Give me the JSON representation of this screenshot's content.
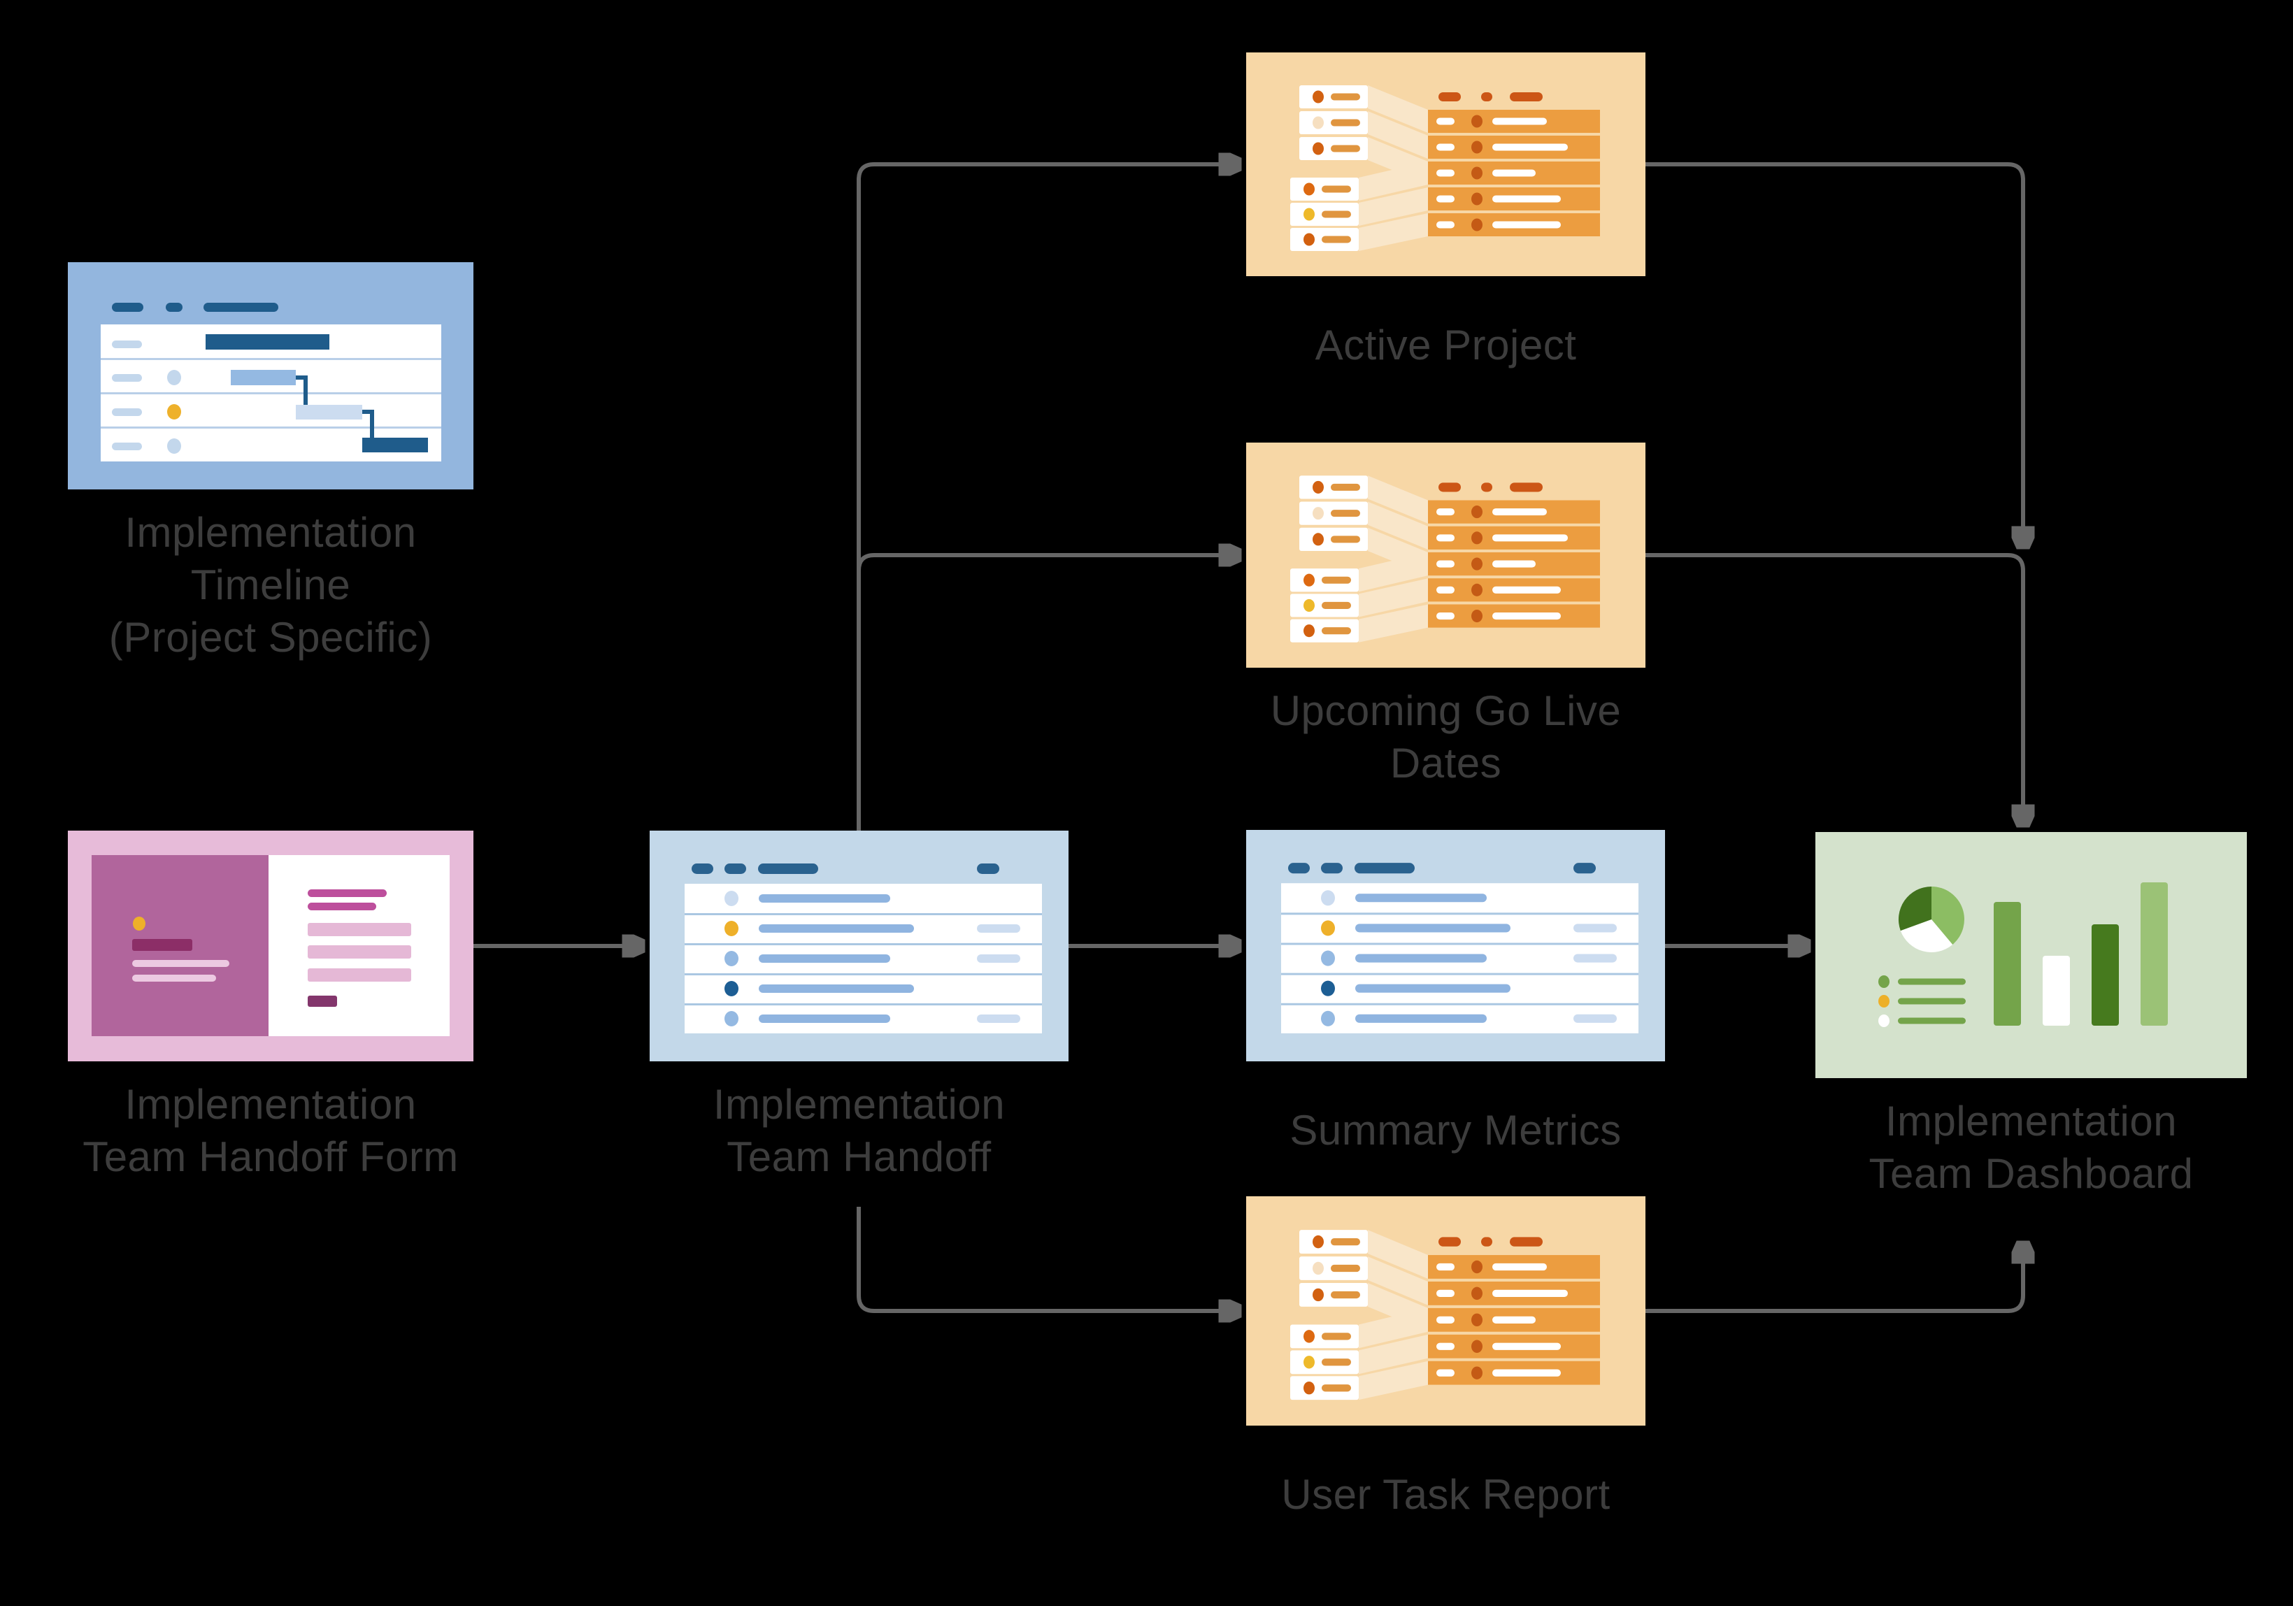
{
  "diagram": {
    "background_color": "#000000",
    "connector_color": "#666666",
    "label_color": "#3d3d3d",
    "nodes": {
      "implementation_timeline": {
        "label": "Implementation\nTimeline\n(Project Specific)",
        "icon": "gantt-chart-icon"
      },
      "team_handoff_form": {
        "label": "Implementation\nTeam Handoff Form",
        "icon": "form-document-icon"
      },
      "team_handoff": {
        "label": "Implementation\nTeam Handoff",
        "icon": "task-list-icon"
      },
      "active_project": {
        "label": "Active Project",
        "icon": "mapping-table-icon"
      },
      "upcoming_go_live_dates": {
        "label": "Upcoming Go Live\nDates",
        "icon": "mapping-table-icon"
      },
      "summary_metrics": {
        "label": "Summary Metrics",
        "icon": "task-list-icon"
      },
      "user_task_report": {
        "label": "User Task Report",
        "icon": "mapping-table-icon"
      },
      "team_dashboard": {
        "label": "Implementation\nTeam Dashboard",
        "icon": "dashboard-charts-icon"
      }
    },
    "edges": [
      {
        "from": "team_handoff_form",
        "to": "team_handoff"
      },
      {
        "from": "team_handoff",
        "to": "active_project"
      },
      {
        "from": "team_handoff",
        "to": "upcoming_go_live_dates"
      },
      {
        "from": "team_handoff",
        "to": "summary_metrics"
      },
      {
        "from": "team_handoff",
        "to": "user_task_report"
      },
      {
        "from": "active_project",
        "to": "team_dashboard"
      },
      {
        "from": "upcoming_go_live_dates",
        "to": "team_dashboard"
      },
      {
        "from": "summary_metrics",
        "to": "team_dashboard"
      },
      {
        "from": "user_task_report",
        "to": "team_dashboard"
      }
    ],
    "palette": {
      "blue_gantt_bg": "#93b6de",
      "blue_list_bg": "#c3d8e9",
      "navy": "#1f5c8b",
      "blue_mid": "#94b9e2",
      "blue_pale": "#ccdcf0",
      "yellow": "#eeb02a",
      "pink_bg": "#e7bbd9",
      "pink_panel": "#b1659c",
      "magenta_dark": "#8c2e67",
      "magenta": "#bd4f9c",
      "pink_pale": "#e5b8d6",
      "orange_bg": "#f7d7a6",
      "orange_row": "#ec9d40",
      "orange_dot": "#c45a15",
      "orange_deep": "#cc5616",
      "green_bg": "#d4e2cc",
      "green": "#74a44a",
      "green_dark": "#467a1e",
      "green_light": "#9bc276",
      "green_pie": "#8cbd63"
    }
  }
}
